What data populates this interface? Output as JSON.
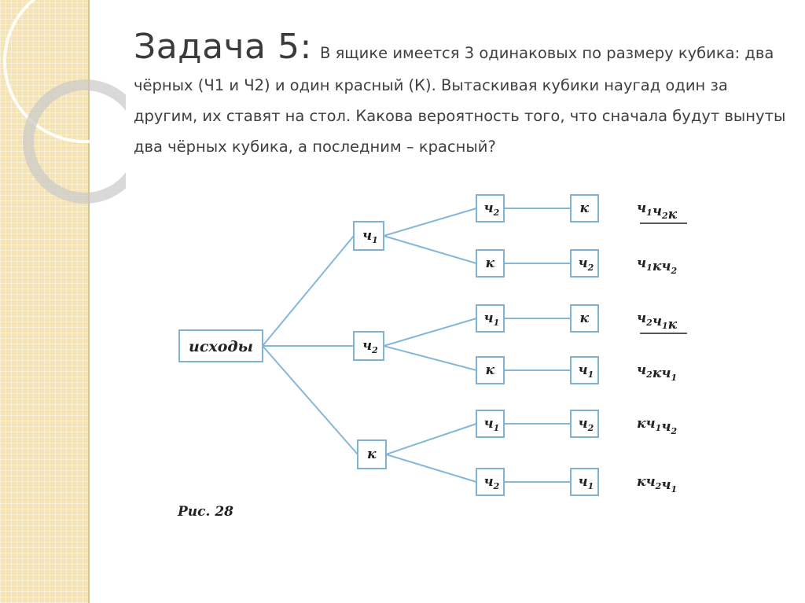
{
  "title": {
    "lead": "Задача 5:",
    "body": "В ящике имеется 3 одинаковых по размеру кубика: два чёрных (Ч1 и Ч2) и один красный (К). Вытаскивая кубики наугад один за другим, их ставят на стол. Какова вероятность того, что сначала будут вынуты два чёрных кубика, а последним – красный?"
  },
  "diagram": {
    "root": "исходы",
    "level1": [
      {
        "letter": "ч",
        "sub": "1"
      },
      {
        "letter": "ч",
        "sub": "2"
      },
      {
        "letter": "к",
        "sub": ""
      }
    ],
    "level2": [
      {
        "letter": "ч",
        "sub": "2"
      },
      {
        "letter": "к",
        "sub": ""
      },
      {
        "letter": "ч",
        "sub": "1"
      },
      {
        "letter": "к",
        "sub": ""
      },
      {
        "letter": "ч",
        "sub": "1"
      },
      {
        "letter": "ч",
        "sub": "2"
      }
    ],
    "level3": [
      {
        "letter": "к",
        "sub": ""
      },
      {
        "letter": "ч",
        "sub": "2"
      },
      {
        "letter": "к",
        "sub": ""
      },
      {
        "letter": "ч",
        "sub": "1"
      },
      {
        "letter": "ч",
        "sub": "2"
      },
      {
        "letter": "ч",
        "sub": "1"
      }
    ],
    "outcomes": [
      {
        "parts": [
          [
            "ч",
            "1"
          ],
          [
            "ч",
            "2"
          ],
          [
            "к",
            ""
          ]
        ],
        "underlined": true
      },
      {
        "parts": [
          [
            "ч",
            "1"
          ],
          [
            "к",
            ""
          ],
          [
            "ч",
            "2"
          ]
        ],
        "underlined": false
      },
      {
        "parts": [
          [
            "ч",
            "2"
          ],
          [
            "ч",
            "1"
          ],
          [
            "к",
            ""
          ]
        ],
        "underlined": true
      },
      {
        "parts": [
          [
            "ч",
            "2"
          ],
          [
            "к",
            ""
          ],
          [
            "ч",
            "1"
          ]
        ],
        "underlined": false
      },
      {
        "parts": [
          [
            "к",
            ""
          ],
          [
            "ч",
            "1"
          ],
          [
            "ч",
            "2"
          ]
        ],
        "underlined": false
      },
      {
        "parts": [
          [
            "к",
            ""
          ],
          [
            "ч",
            "2"
          ],
          [
            "ч",
            "1"
          ]
        ],
        "underlined": false
      }
    ],
    "caption": "Рис. 28"
  },
  "colors": {
    "box_stroke": "#7fb2d3",
    "edge": "#84b7d8",
    "side_strip": "#f3e3b5"
  }
}
